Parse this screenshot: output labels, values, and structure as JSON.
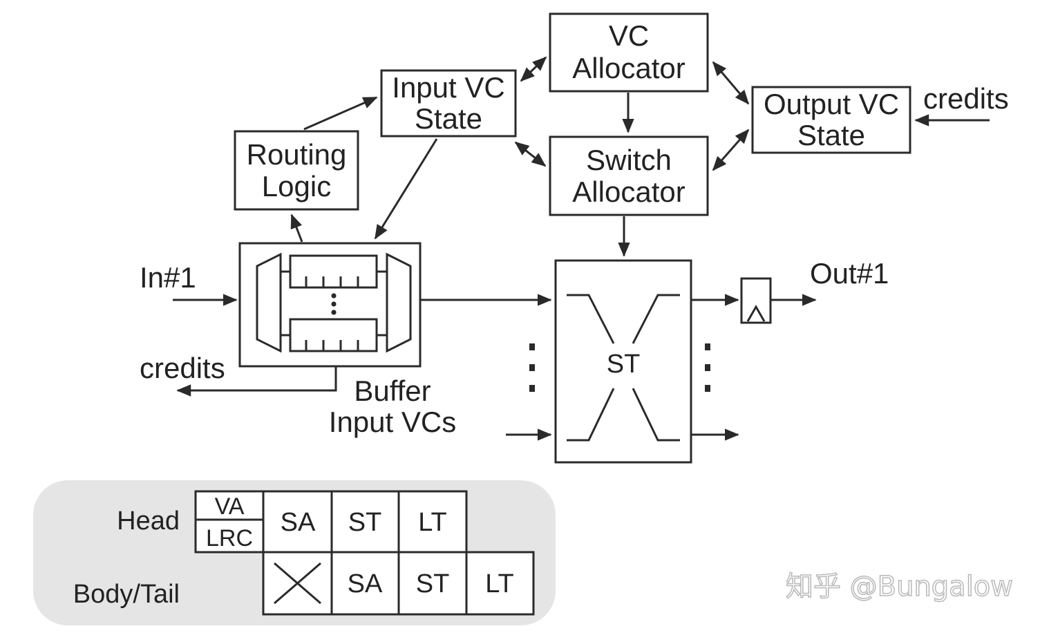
{
  "blocks": {
    "vc_allocator": [
      "VC",
      "Allocator"
    ],
    "input_vc_state": [
      "Input VC",
      "State"
    ],
    "output_vc_state": [
      "Output VC",
      "State"
    ],
    "switch_allocator": [
      "Switch",
      "Allocator"
    ],
    "routing_logic": [
      "Routing",
      "Logic"
    ],
    "crossbar": "ST"
  },
  "labels": {
    "input_port": "In#1",
    "output_port": "Out#1",
    "credits_in": "credits",
    "credits_out": "credits",
    "buffer": [
      "Buffer",
      "Input VCs"
    ]
  },
  "pipeline": {
    "head_label": "Head",
    "body_label": "Body/Tail",
    "head_stage1": [
      "VA",
      "LRC"
    ],
    "head_stages": [
      "SA",
      "ST",
      "LT"
    ],
    "body_stages": [
      "SA",
      "ST",
      "LT"
    ]
  },
  "watermark": "知乎 @Bungalow",
  "colors": {
    "line": "#2a2a2a",
    "pipeline_panel": "#e5e5e5",
    "watermark": "#b8b8b8"
  }
}
